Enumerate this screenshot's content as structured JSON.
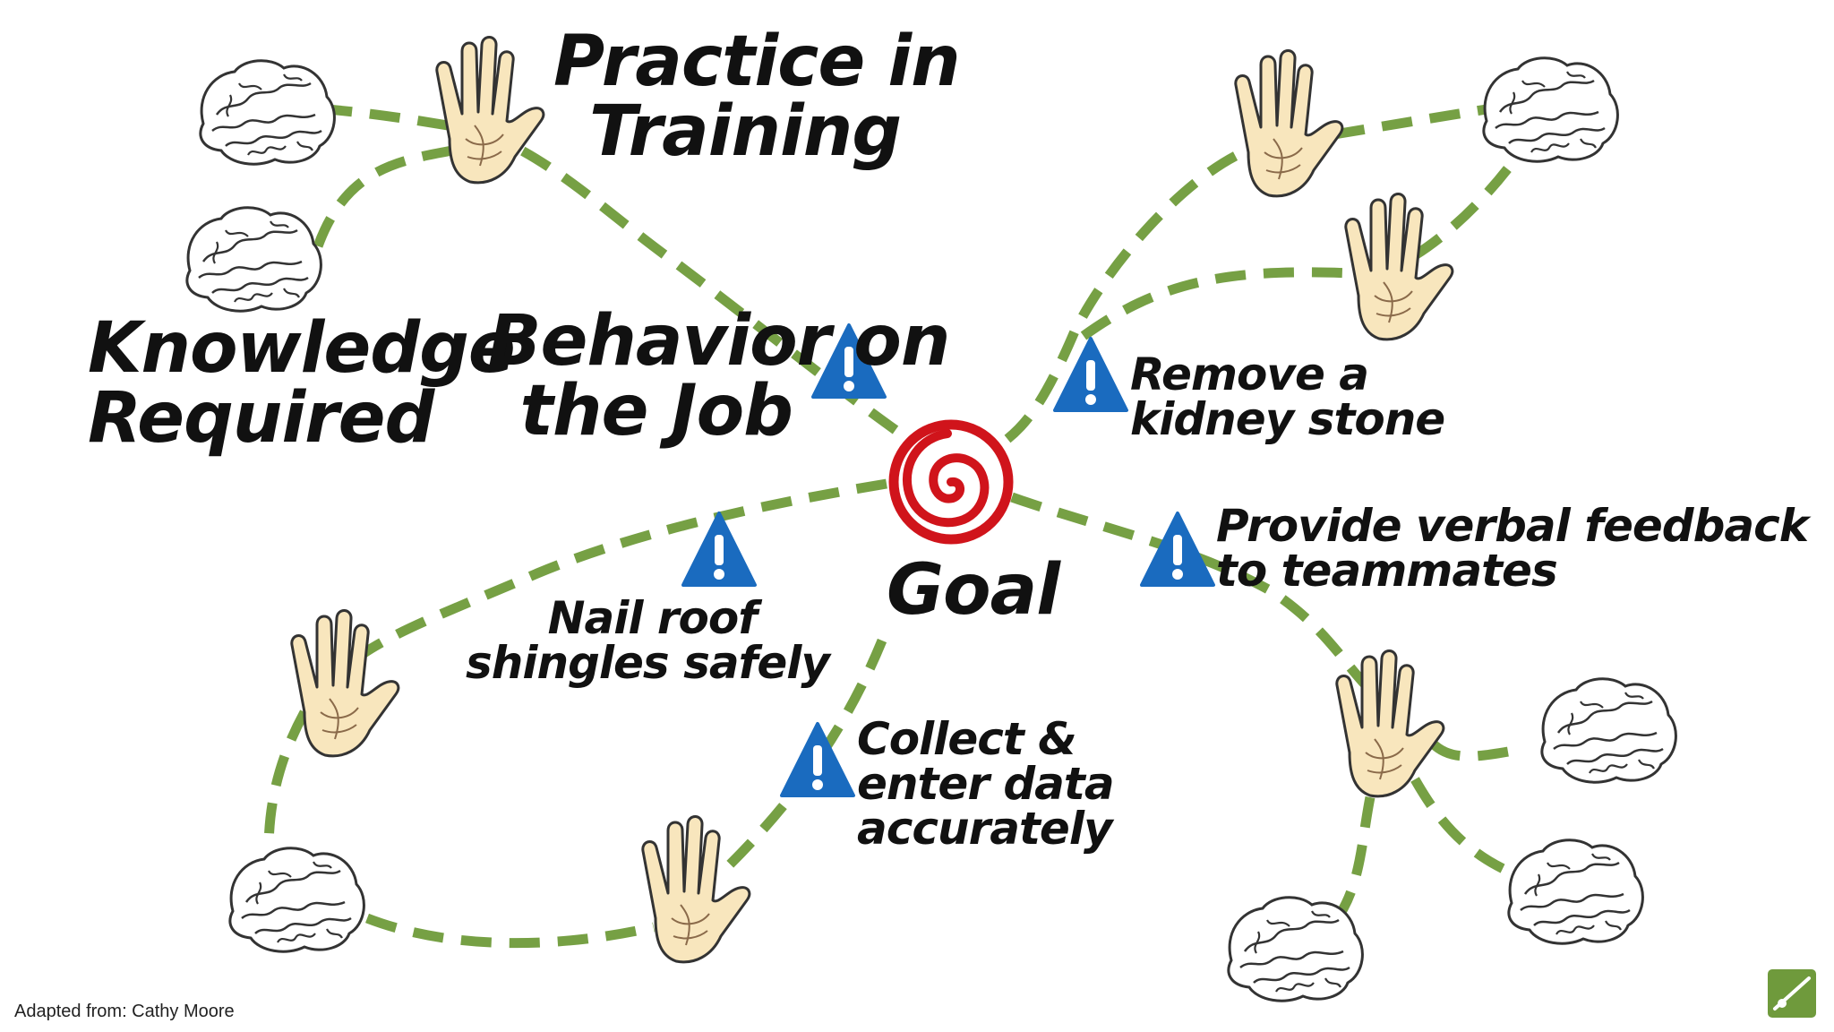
{
  "labels": {
    "practice": [
      "Practice in",
      "Training"
    ],
    "knowledge": [
      "Knowledge",
      "Required"
    ],
    "behavior": [
      "Behavior on",
      "the Job"
    ],
    "goal": "Goal",
    "behaviors": {
      "kidney": [
        "Remove a",
        "kidney stone"
      ],
      "feedback": [
        "Provide verbal feedback",
        "to teammates"
      ],
      "shingles": [
        "Nail roof",
        "shingles safely"
      ],
      "data": [
        "Collect &",
        "enter data",
        "accurately"
      ]
    }
  },
  "footer": "Adapted from: Cathy Moore",
  "colors": {
    "path": "#76a044",
    "warning": "#1a6bbf",
    "goal": "#d0141b",
    "hand_fill": "#f8e6bd",
    "brain_stroke": "#333333",
    "logo": "#6f9a3c"
  },
  "icons": [
    "brain-icon",
    "hand-icon",
    "warning-icon",
    "spiral-goal-icon",
    "logo-icon"
  ]
}
